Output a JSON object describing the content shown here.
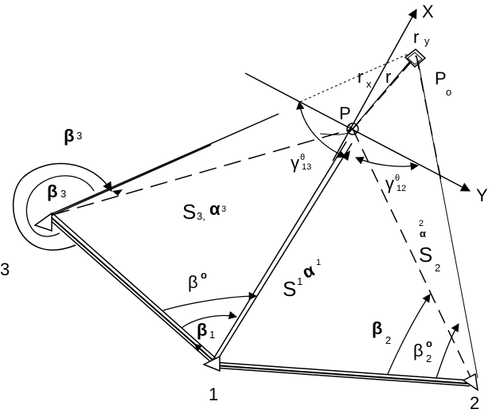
{
  "diagram": {
    "points": {
      "p1": "1",
      "p2": "2",
      "p3": "3",
      "P": "P",
      "Po": "P",
      "Po_sub": "o"
    },
    "axes": {
      "X": "X",
      "Y": "Y"
    },
    "vectors": {
      "r": "r",
      "rx": "r",
      "rx_sub": "x",
      "ry": "r",
      "ry_sub": "y"
    },
    "sides": {
      "S1": "S",
      "S1_sup": "1",
      "S2": "S",
      "S2_sub": "2",
      "S2_top": "2",
      "S3": "S",
      "S3_sub": "3,",
      "alpha": "α",
      "alpha1_sup": "1",
      "alpha3_sub": "3"
    },
    "angles": {
      "beta": "β",
      "beta_deg": "β",
      "deg": "o",
      "beta3_sub": "3",
      "beta1_sub": "1",
      "beta2_sub": "2",
      "gamma": "γ",
      "gamma13_sub": "13",
      "gamma12_sub": "12",
      "theta": "θ"
    }
  }
}
